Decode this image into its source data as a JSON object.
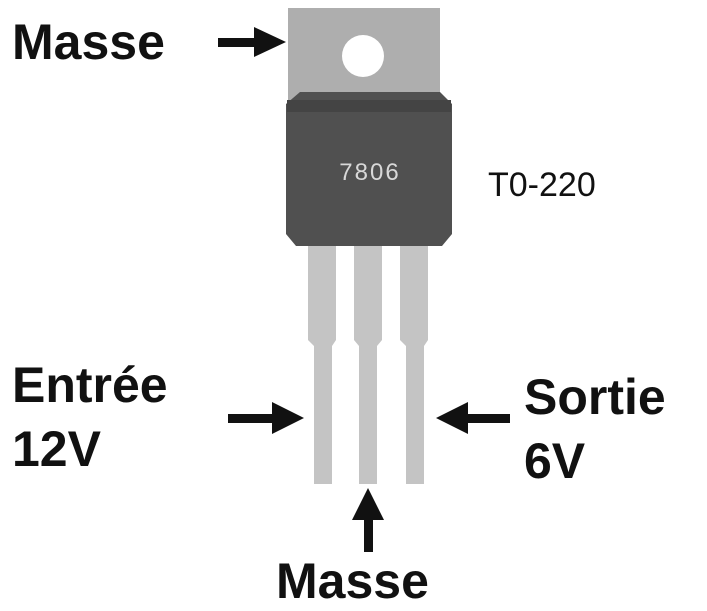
{
  "diagram": {
    "component_marking": "7806",
    "package_label": "T0-220",
    "labels": {
      "tab_ground": "Masse",
      "input_line1": "Entrée",
      "input_line2": "12V",
      "output_line1": "Sortie",
      "output_line2": "6V",
      "pin_ground": "Masse"
    },
    "colors": {
      "tab": "#aeaeae",
      "body": "#505050",
      "body_top": "#444444",
      "pins": "#c4c4c4",
      "text": "#111111",
      "marking": "#d8d8d8"
    }
  }
}
